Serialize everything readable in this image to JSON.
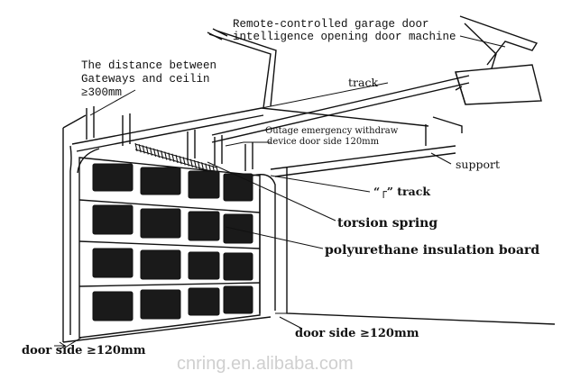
{
  "labels": {
    "remote_line1": "Remote-controlled garage door",
    "remote_line2": "intelligence opening door machine",
    "distance_line1": "The distance between",
    "distance_line2": "Gateways and ceilin",
    "distance_line3": "≥300mm",
    "track_top": "track",
    "outage_line1": "Outage emergency withdraw",
    "outage_line2": "device door side 120mm",
    "support": "support",
    "track_gamma": "“┌” track",
    "torsion_spring": "torsion spring",
    "insulation_board": "polyurethane insulation board",
    "door_side_right": "door side ≥120mm",
    "door_side_left": "door side ≥120mm"
  },
  "watermark": "cnring.en.alibaba.com",
  "colors": {
    "line": "#111111",
    "panel": "#1a1a1a",
    "watermark": "#cfcfcf"
  }
}
